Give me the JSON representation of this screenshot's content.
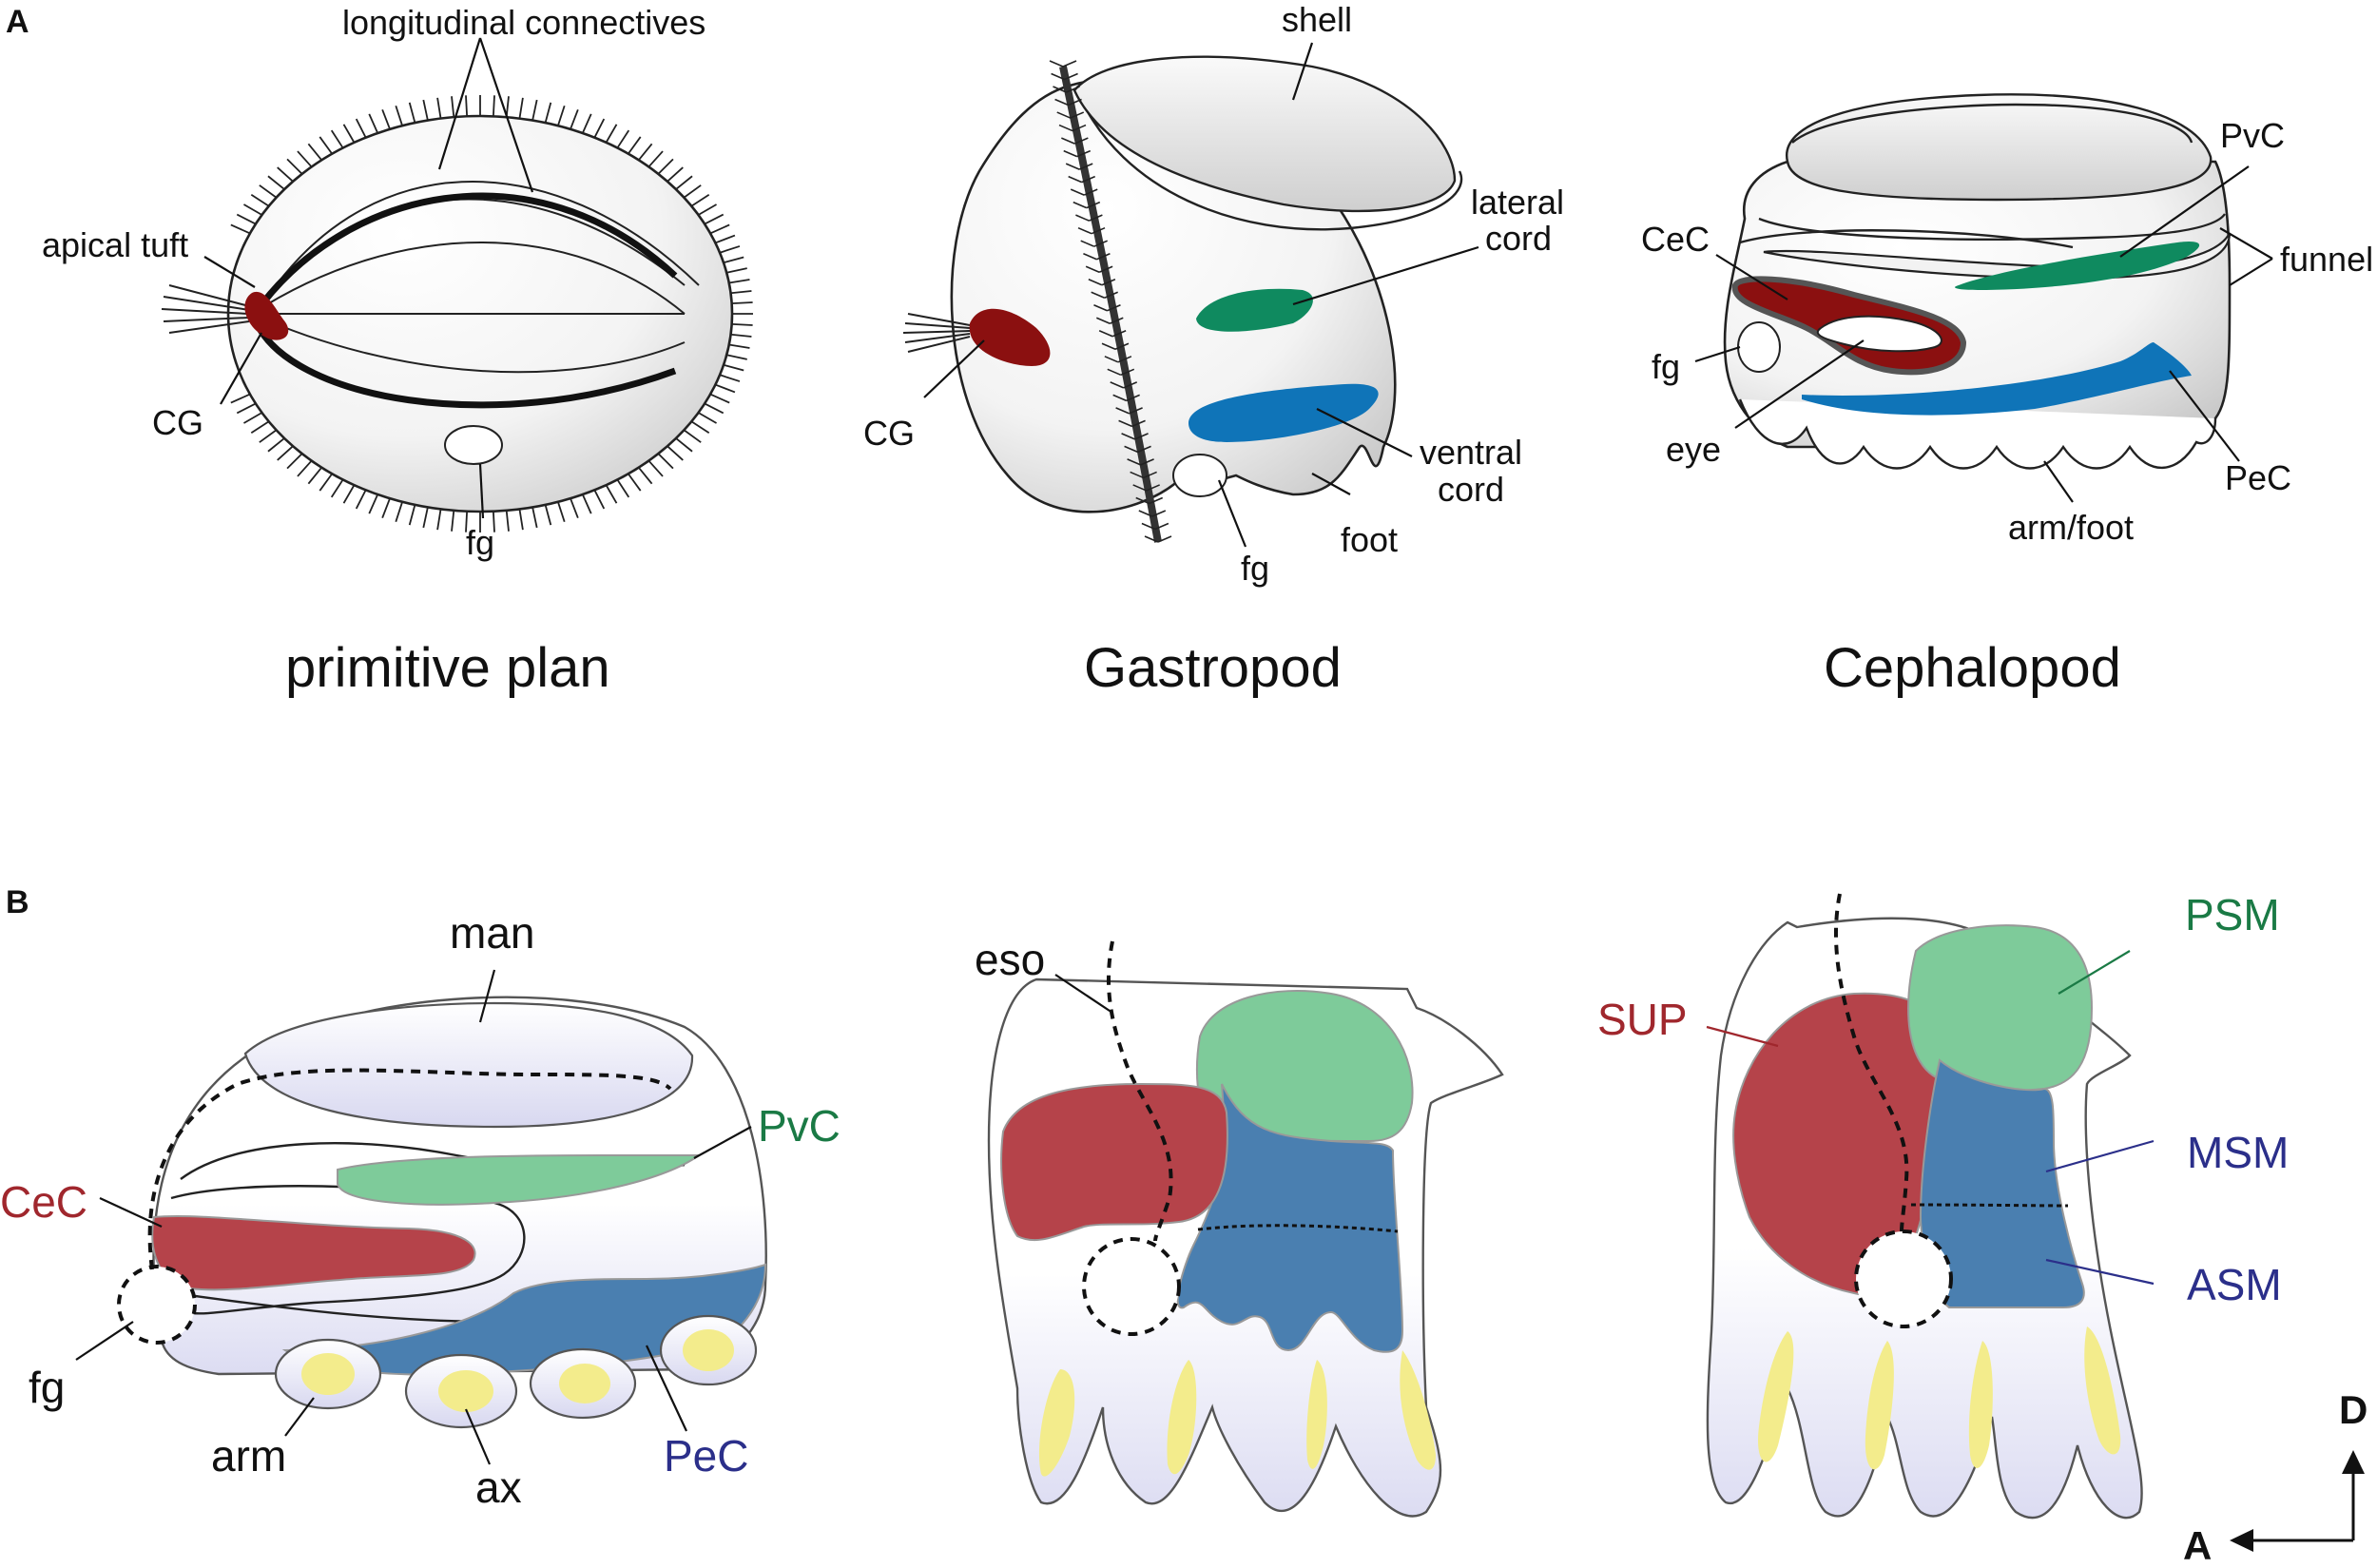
{
  "panels": {
    "a": "A",
    "b": "B"
  },
  "primitive": {
    "caption": "primitive plan",
    "longitudinal_connectives": "longitudinal connectives",
    "apical_tuft": "apical tuft",
    "cg": "CG",
    "fg": "fg"
  },
  "gastropod": {
    "caption": "Gastropod",
    "shell": "shell",
    "lateral_cord_1": "lateral",
    "lateral_cord_2": "cord",
    "cg": "CG",
    "ventral_cord_1": "ventral",
    "ventral_cord_2": "cord",
    "foot": "foot",
    "fg": "fg"
  },
  "cephalopod": {
    "caption": "Cephalopod",
    "pvc": "PvC",
    "cec": "CeC",
    "funnel": "funnel",
    "fg": "fg",
    "eye": "eye",
    "pec": "PeC",
    "arm_foot": "arm/foot"
  },
  "panel_b": {
    "man": "man",
    "pvc": "PvC",
    "cec": "CeC",
    "fg": "fg",
    "arm": "arm",
    "ax": "ax",
    "pec": "PeC",
    "eso": "eso",
    "sup": "SUP",
    "psm": "PSM",
    "msm": "MSM",
    "asm": "ASM",
    "axis_d": "D",
    "axis_a": "A"
  },
  "colors": {
    "cerebral_red": "#8b1010",
    "cerebral_red_light": "#b5434a",
    "palliovisceral_green": "#0f8a5f",
    "palliovisceral_green_light": "#7ecb9a",
    "pedal_blue": "#0f74b8",
    "pedal_blue_light": "#4a7fb0",
    "arm_axis_yellow": "#f3ec8c",
    "label_red": "#a0272d",
    "label_green": "#1a7a45",
    "label_navy": "#2b2f8a"
  }
}
